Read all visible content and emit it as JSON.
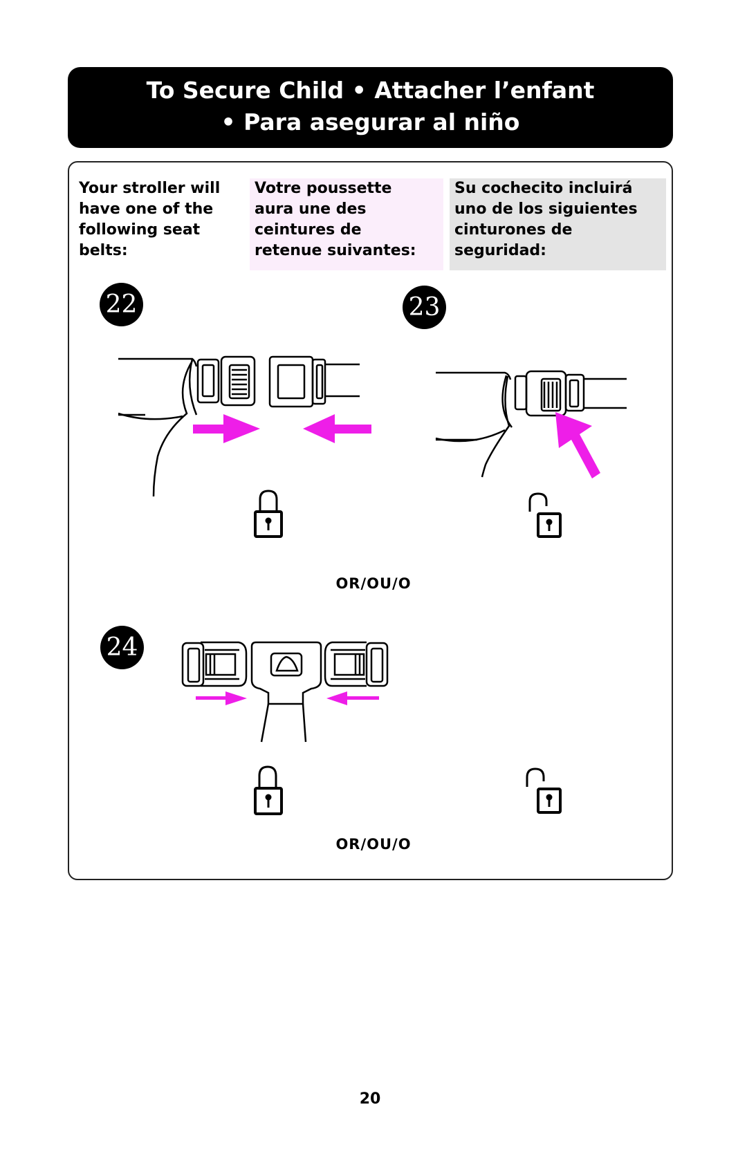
{
  "header": {
    "line1": "To Secure Child  •  Attacher l’enfant",
    "line2": "•  Para asegurar al niño"
  },
  "intro": {
    "en": "Your stroller will\nhave one of the\nfollowing seat\nbelts:",
    "fr": "Votre poussette\naura une des\nceintures de\nretenue suivantes:",
    "es": "Su cochecito incluirá\nuno de los siguientes\ncinturones de\nseguridad:"
  },
  "steps": {
    "s22": "22",
    "s23": "23",
    "s24": "24"
  },
  "separators": {
    "first": "OR/OU/O",
    "second": "OR/OU/O"
  },
  "colors": {
    "arrow": "#ee1ee8",
    "french_bg": "#fbeefb",
    "spanish_bg": "#e4e4e4"
  },
  "icons": [
    "lock-closed-icon",
    "lock-open-icon",
    "arrow-right-icon",
    "arrow-left-icon",
    "arrow-up-left-icon"
  ],
  "page": {
    "number": "20"
  }
}
